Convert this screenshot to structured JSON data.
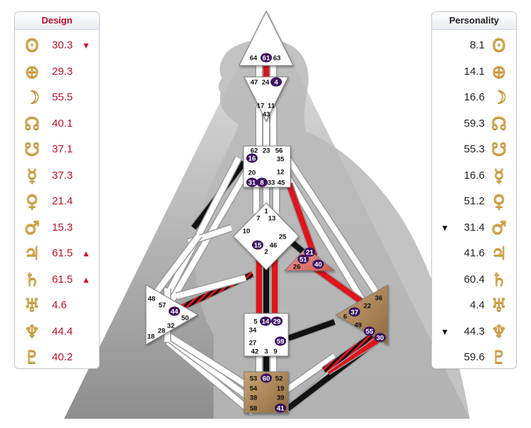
{
  "design": {
    "title": "Design",
    "rows": [
      {
        "planet": "sun-icon",
        "glyph": "ʘ",
        "value": "30.3",
        "arrow": "▼"
      },
      {
        "planet": "earth-icon",
        "glyph": "⊕",
        "value": "29.3",
        "arrow": ""
      },
      {
        "planet": "moon-icon",
        "glyph": "☽",
        "value": "55.5",
        "arrow": ""
      },
      {
        "planet": "north-node-icon",
        "glyph": "☊",
        "value": "40.1",
        "arrow": ""
      },
      {
        "planet": "south-node-icon",
        "glyph": "☋",
        "value": "37.1",
        "arrow": ""
      },
      {
        "planet": "mercury-icon",
        "glyph": "☿",
        "value": "37.3",
        "arrow": ""
      },
      {
        "planet": "venus-icon",
        "glyph": "♀",
        "value": "21.4",
        "arrow": ""
      },
      {
        "planet": "mars-icon",
        "glyph": "♂",
        "value": "15.3",
        "arrow": ""
      },
      {
        "planet": "jupiter-icon",
        "glyph": "♃",
        "value": "61.5",
        "arrow": "▲"
      },
      {
        "planet": "saturn-icon",
        "glyph": "♄",
        "value": "61.5",
        "arrow": "▲"
      },
      {
        "planet": "uranus-icon",
        "glyph": "♅",
        "value": "4.6",
        "arrow": ""
      },
      {
        "planet": "neptune-icon",
        "glyph": "♆",
        "value": "44.4",
        "arrow": ""
      },
      {
        "planet": "pluto-icon",
        "glyph": "♇",
        "value": "40.2",
        "arrow": ""
      }
    ]
  },
  "personality": {
    "title": "Personality",
    "rows": [
      {
        "planet": "sun-icon",
        "glyph": "ʘ",
        "value": "8.1",
        "arrow": ""
      },
      {
        "planet": "earth-icon",
        "glyph": "⊕",
        "value": "14.1",
        "arrow": ""
      },
      {
        "planet": "moon-icon",
        "glyph": "☽",
        "value": "16.6",
        "arrow": ""
      },
      {
        "planet": "north-node-icon",
        "glyph": "☊",
        "value": "59.3",
        "arrow": ""
      },
      {
        "planet": "south-node-icon",
        "glyph": "☋",
        "value": "55.3",
        "arrow": ""
      },
      {
        "planet": "mercury-icon",
        "glyph": "☿",
        "value": "16.6",
        "arrow": ""
      },
      {
        "planet": "venus-icon",
        "glyph": "♀",
        "value": "51.2",
        "arrow": ""
      },
      {
        "planet": "mars-icon",
        "glyph": "♂",
        "value": "31.4",
        "arrow": "▼"
      },
      {
        "planet": "jupiter-icon",
        "glyph": "♃",
        "value": "41.6",
        "arrow": ""
      },
      {
        "planet": "saturn-icon",
        "glyph": "♄",
        "value": "60.4",
        "arrow": ""
      },
      {
        "planet": "uranus-icon",
        "glyph": "♅",
        "value": "4.4",
        "arrow": ""
      },
      {
        "planet": "neptune-icon",
        "glyph": "♆",
        "value": "44.3",
        "arrow": "▼"
      },
      {
        "planet": "pluto-icon",
        "glyph": "♇",
        "value": "59.6",
        "arrow": ""
      }
    ]
  },
  "bodygraph": {
    "colors": {
      "design": "#e0141c",
      "personality": "#111111",
      "mixed": "#e0141c",
      "centerDefined": "#b08a5c",
      "centerHighlight": "#e38078",
      "centerOpen": "#ffffff",
      "activeGate": "#3b1560"
    },
    "gates": [
      {
        "id": "64",
        "active": false
      },
      {
        "id": "61",
        "active": true
      },
      {
        "id": "63",
        "active": false
      },
      {
        "id": "47",
        "active": false
      },
      {
        "id": "24",
        "active": false
      },
      {
        "id": "4",
        "active": true
      },
      {
        "id": "17",
        "active": false
      },
      {
        "id": "11",
        "active": false
      },
      {
        "id": "43",
        "active": false
      },
      {
        "id": "62",
        "active": false
      },
      {
        "id": "23",
        "active": false
      },
      {
        "id": "56",
        "active": false
      },
      {
        "id": "16",
        "active": true
      },
      {
        "id": "35",
        "active": false
      },
      {
        "id": "20",
        "active": false
      },
      {
        "id": "12",
        "active": false
      },
      {
        "id": "31",
        "active": true
      },
      {
        "id": "8",
        "active": true
      },
      {
        "id": "33",
        "active": false
      },
      {
        "id": "45",
        "active": false
      },
      {
        "id": "1",
        "active": false
      },
      {
        "id": "7",
        "active": false
      },
      {
        "id": "13",
        "active": false
      },
      {
        "id": "10",
        "active": false
      },
      {
        "id": "25",
        "active": false
      },
      {
        "id": "15",
        "active": true
      },
      {
        "id": "46",
        "active": false
      },
      {
        "id": "2",
        "active": false
      },
      {
        "id": "21",
        "active": true
      },
      {
        "id": "51",
        "active": true
      },
      {
        "id": "26",
        "active": false
      },
      {
        "id": "40",
        "active": true
      },
      {
        "id": "48",
        "active": false
      },
      {
        "id": "57",
        "active": false
      },
      {
        "id": "44",
        "active": true
      },
      {
        "id": "50",
        "active": false
      },
      {
        "id": "32",
        "active": false
      },
      {
        "id": "28",
        "active": false
      },
      {
        "id": "18",
        "active": false
      },
      {
        "id": "5",
        "active": false
      },
      {
        "id": "14",
        "active": true
      },
      {
        "id": "29",
        "active": true
      },
      {
        "id": "34",
        "active": false
      },
      {
        "id": "27",
        "active": false
      },
      {
        "id": "59",
        "active": true
      },
      {
        "id": "42",
        "active": false
      },
      {
        "id": "3",
        "active": false
      },
      {
        "id": "9",
        "active": false
      },
      {
        "id": "36",
        "active": false
      },
      {
        "id": "22",
        "active": false
      },
      {
        "id": "6",
        "active": false
      },
      {
        "id": "37",
        "active": true
      },
      {
        "id": "49",
        "active": false
      },
      {
        "id": "55",
        "active": true
      },
      {
        "id": "30",
        "active": true
      },
      {
        "id": "53",
        "active": false
      },
      {
        "id": "60",
        "active": true
      },
      {
        "id": "52",
        "active": false
      },
      {
        "id": "54",
        "active": false
      },
      {
        "id": "19",
        "active": false
      },
      {
        "id": "38",
        "active": false
      },
      {
        "id": "39",
        "active": false
      },
      {
        "id": "58",
        "active": false
      },
      {
        "id": "41",
        "active": true
      }
    ]
  }
}
